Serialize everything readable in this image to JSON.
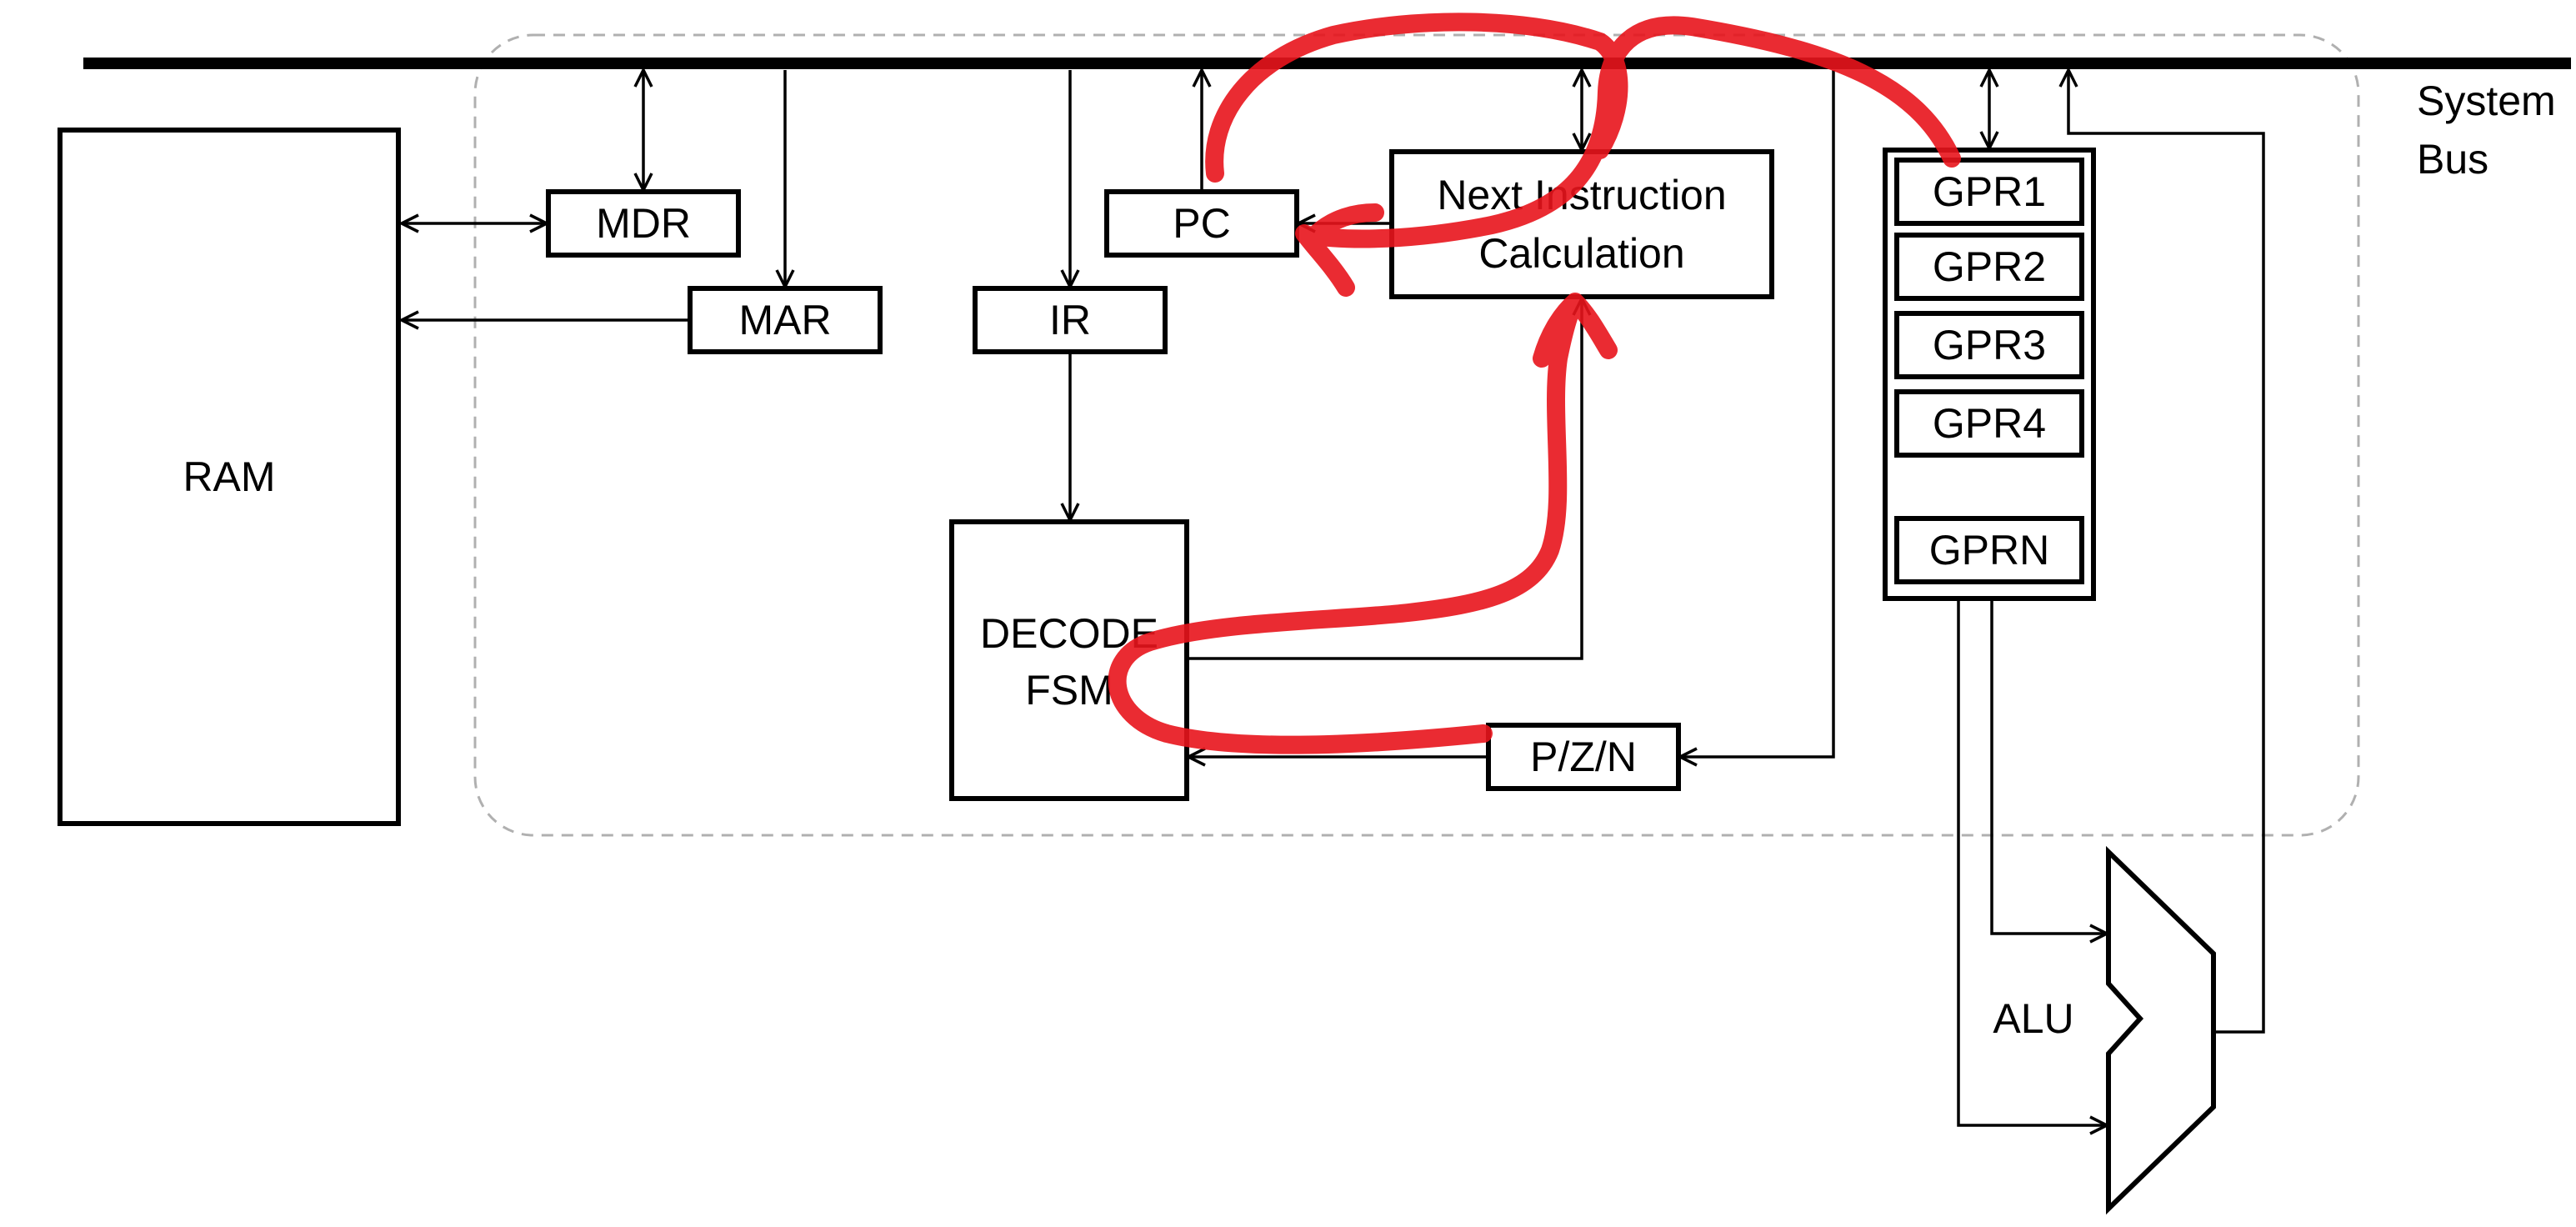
{
  "diagram": {
    "bus_label_line1": "System",
    "bus_label_line2": "Bus",
    "components": {
      "ram": "RAM",
      "mdr": "MDR",
      "mar": "MAR",
      "ir": "IR",
      "pc": "PC",
      "nic_line1": "Next Instruction",
      "nic_line2": "Calculation",
      "decode_line1": "DECODE",
      "decode_line2": "FSM",
      "pzn": "P/Z/N",
      "alu": "ALU"
    },
    "registers": [
      "GPR1",
      "GPR2",
      "GPR3",
      "GPR4",
      "GPRN"
    ]
  },
  "annotation": {
    "color": "#e8141c",
    "kind": "hand-drawn red path"
  }
}
